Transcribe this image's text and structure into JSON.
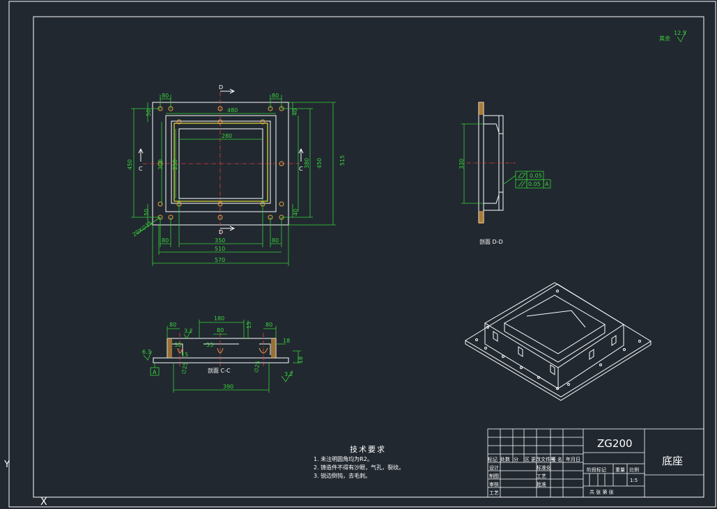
{
  "drawing": {
    "roughness_label": "其余",
    "roughness_value": "12.5",
    "notes_title": "技术要求",
    "notes": [
      "1. 未注明圆角均为R2。",
      "2. 铸造件不得有沙眼，气孔，裂纹。",
      "3. 锐边倒钝，去毛刺。"
    ]
  },
  "top_view": {
    "section_mark": "D",
    "side_mark": "C",
    "dims": {
      "d80_tl": "80",
      "d80_tr": "80",
      "d480": "480",
      "d280": "280",
      "d50_t": "50",
      "d50_b": "50",
      "d450_l": "450",
      "d300": "300",
      "d250": "250",
      "d380": "380",
      "d450_r": "450",
      "d515": "515",
      "d40_t": "40",
      "d40_b": "40",
      "d80_bl": "80",
      "d80_br": "80",
      "d350": "350",
      "d510": "510",
      "d570": "570",
      "holes": "20X∅15"
    }
  },
  "section_dd": {
    "label": "剖面 D-D",
    "d330": "330",
    "tol_flat": "0.05",
    "tol_par": "0.05",
    "datum": "A"
  },
  "section_cc": {
    "label": "剖面 C-C",
    "d80_l": "80",
    "d180": "180",
    "d80_c": "80",
    "d80_r": "80",
    "d15_t": "15",
    "d15_r": "18",
    "d30": "30",
    "d55": "55",
    "d25_l": "∅25",
    "d25_r": "∅25",
    "d18": "18",
    "d390": "390",
    "d63": "6.3",
    "d32_l": "3.2",
    "d32_r": "3.2",
    "d15_hole": "15",
    "datum": "A"
  },
  "title_block": {
    "code": "ZG200",
    "part_name": "底座",
    "hdr": [
      "标记",
      "处数",
      "分",
      "区",
      "更改文件号",
      "签",
      "名",
      "年月日"
    ],
    "design": "设计",
    "standard": "标准化",
    "drawing": "制图",
    "craft": "工艺",
    "review": "审核",
    "craft2": "工艺",
    "approve": "批准",
    "stage": "阶段标记",
    "weight": "重量",
    "scale": "比例",
    "scale_value": "1:5",
    "sheets": "共  张  第  张"
  },
  "ucs": {
    "y": "Y",
    "x": "X"
  }
}
